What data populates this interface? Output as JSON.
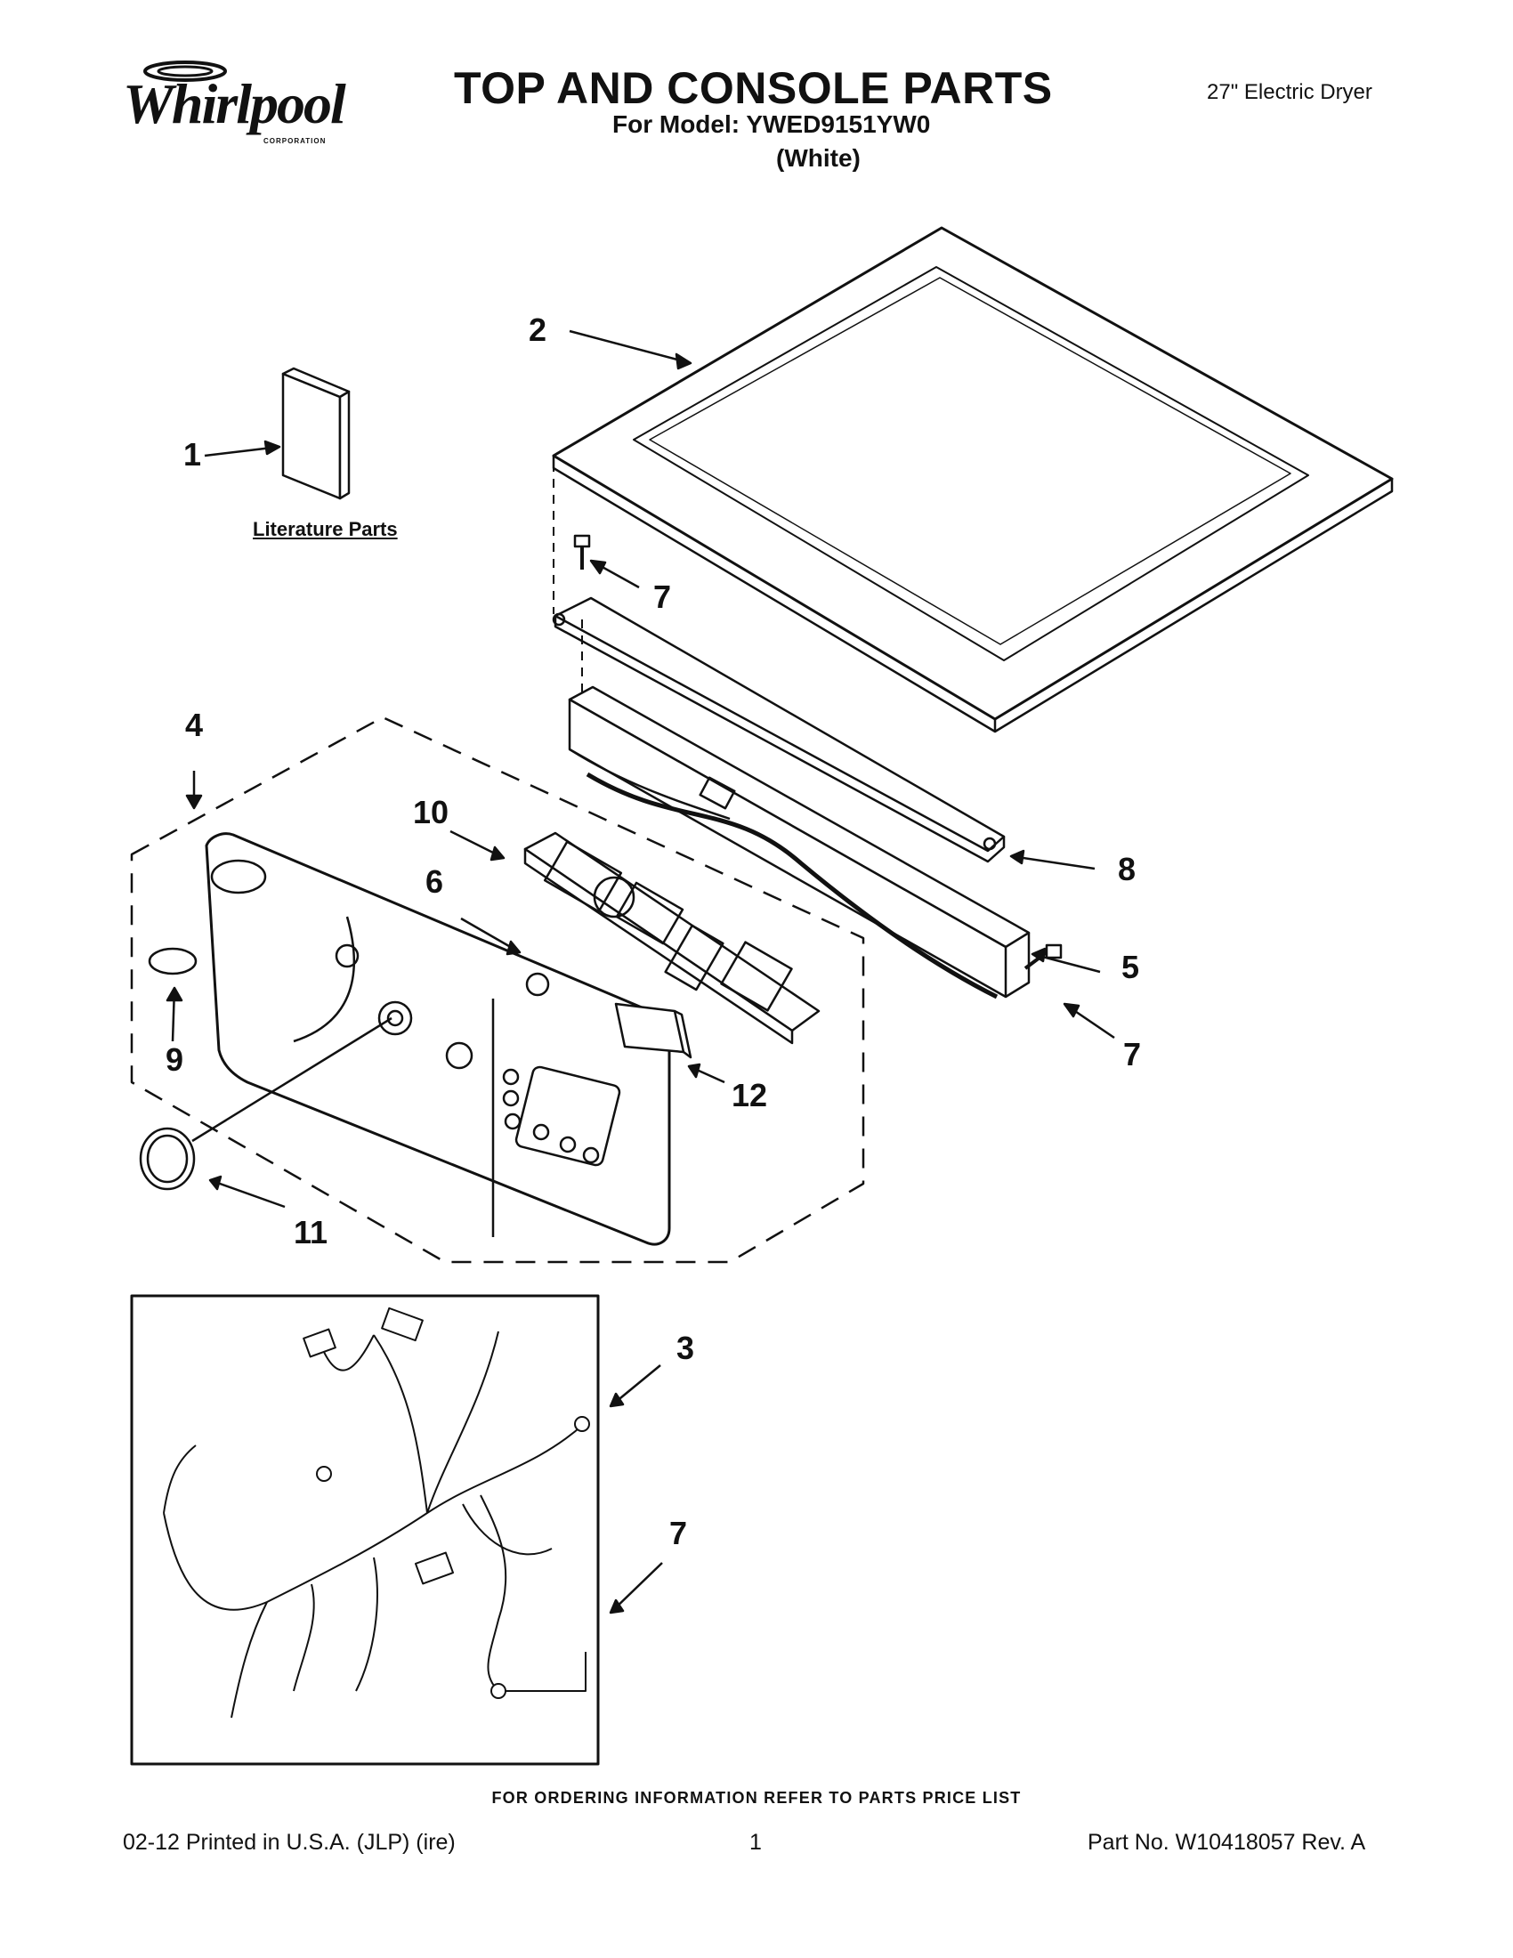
{
  "header": {
    "brand": "Whirlpool",
    "brand_sub": "CORPORATION",
    "title": "TOP AND CONSOLE PARTS",
    "model_line": "For Model: YWED9151YW0",
    "color_line": "(White)",
    "product_type": "27\" Electric Dryer"
  },
  "diagram": {
    "literature_label": "Literature Parts",
    "callouts": {
      "c1": "1",
      "c2": "2",
      "c3": "3",
      "c4": "4",
      "c5": "5",
      "c6": "6",
      "c7a": "7",
      "c7b": "7",
      "c7c": "7",
      "c8": "8",
      "c9": "9",
      "c10": "10",
      "c11": "11",
      "c12": "12"
    }
  },
  "footer": {
    "ordering_note": "FOR ORDERING INFORMATION REFER TO PARTS PRICE LIST",
    "print_info": "02-12  Printed in U.S.A. (JLP) (ire)",
    "page_number": "1",
    "part_number": "Part No. W10418057 Rev. A"
  }
}
